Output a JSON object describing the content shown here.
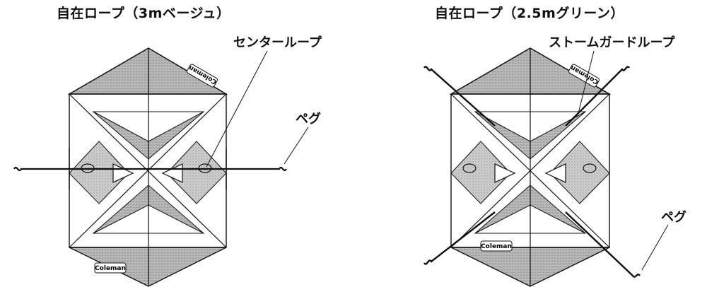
{
  "left_diagram": {
    "title": "自在ロープ（3mベージュ）",
    "callouts": {
      "center_loop": "センターループ",
      "peg": "ペグ"
    },
    "logo_text": "Coleman"
  },
  "right_diagram": {
    "title": "自在ロープ（2.5mグリーン）",
    "callouts": {
      "storm_guard_loop": "ストームガードループ",
      "peg": "ペグ"
    },
    "logo_text": "Coleman"
  },
  "colors": {
    "line": "#111111",
    "panel": "#c8c8c8",
    "roof": "#b4b4b4"
  }
}
